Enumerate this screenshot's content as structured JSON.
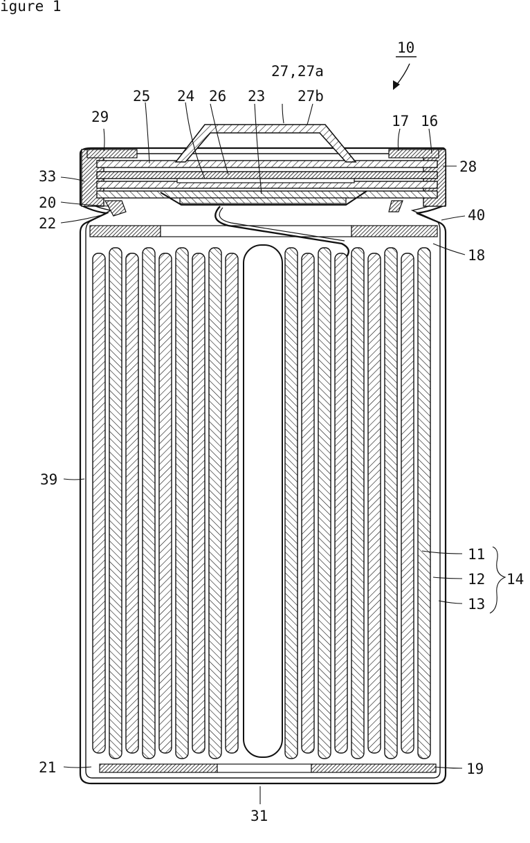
{
  "figure_title": "igure 1",
  "ref_numeral": "10",
  "labels": {
    "l29": "29",
    "l25": "25",
    "l24": "24",
    "l26": "26",
    "l23": "23",
    "l27": "27,27a",
    "l27b": "27b",
    "l17": "17",
    "l16": "16",
    "l28": "28",
    "l33": "33",
    "l20": "20",
    "l22": "22",
    "l40": "40",
    "l18": "18",
    "l39": "39",
    "l11": "11",
    "l12": "12",
    "l13": "13",
    "l14": "14",
    "l21": "21",
    "l19": "19",
    "l31": "31"
  }
}
